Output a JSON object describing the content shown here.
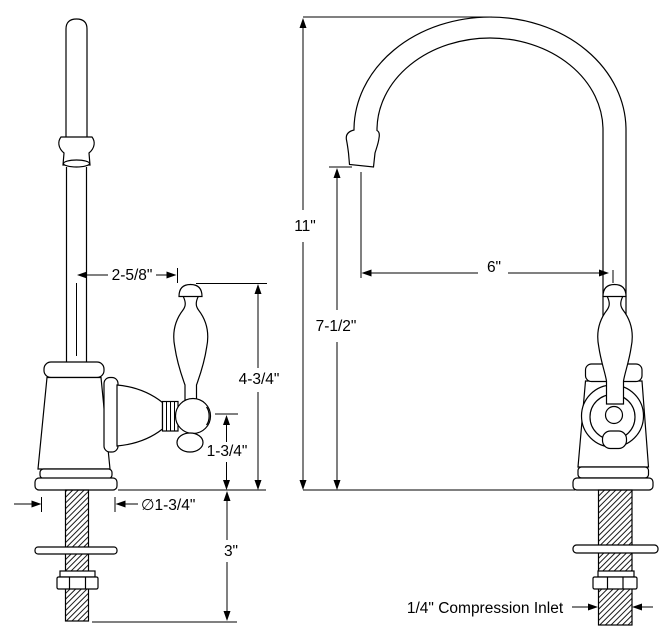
{
  "dimensions": {
    "spout_offset": "2-5/8\"",
    "handle_height": "4-3/4\"",
    "handle_hub_height": "1-3/4\"",
    "base_diameter": "∅1-3/4\"",
    "shank_length": "3\"",
    "overall_height": "11\"",
    "spout_outlet_height": "7-1/2\"",
    "spout_reach": "6\"",
    "inlet_label": "1/4\" Compression Inlet"
  },
  "colors": {
    "line": "#000000",
    "background": "#ffffff"
  }
}
